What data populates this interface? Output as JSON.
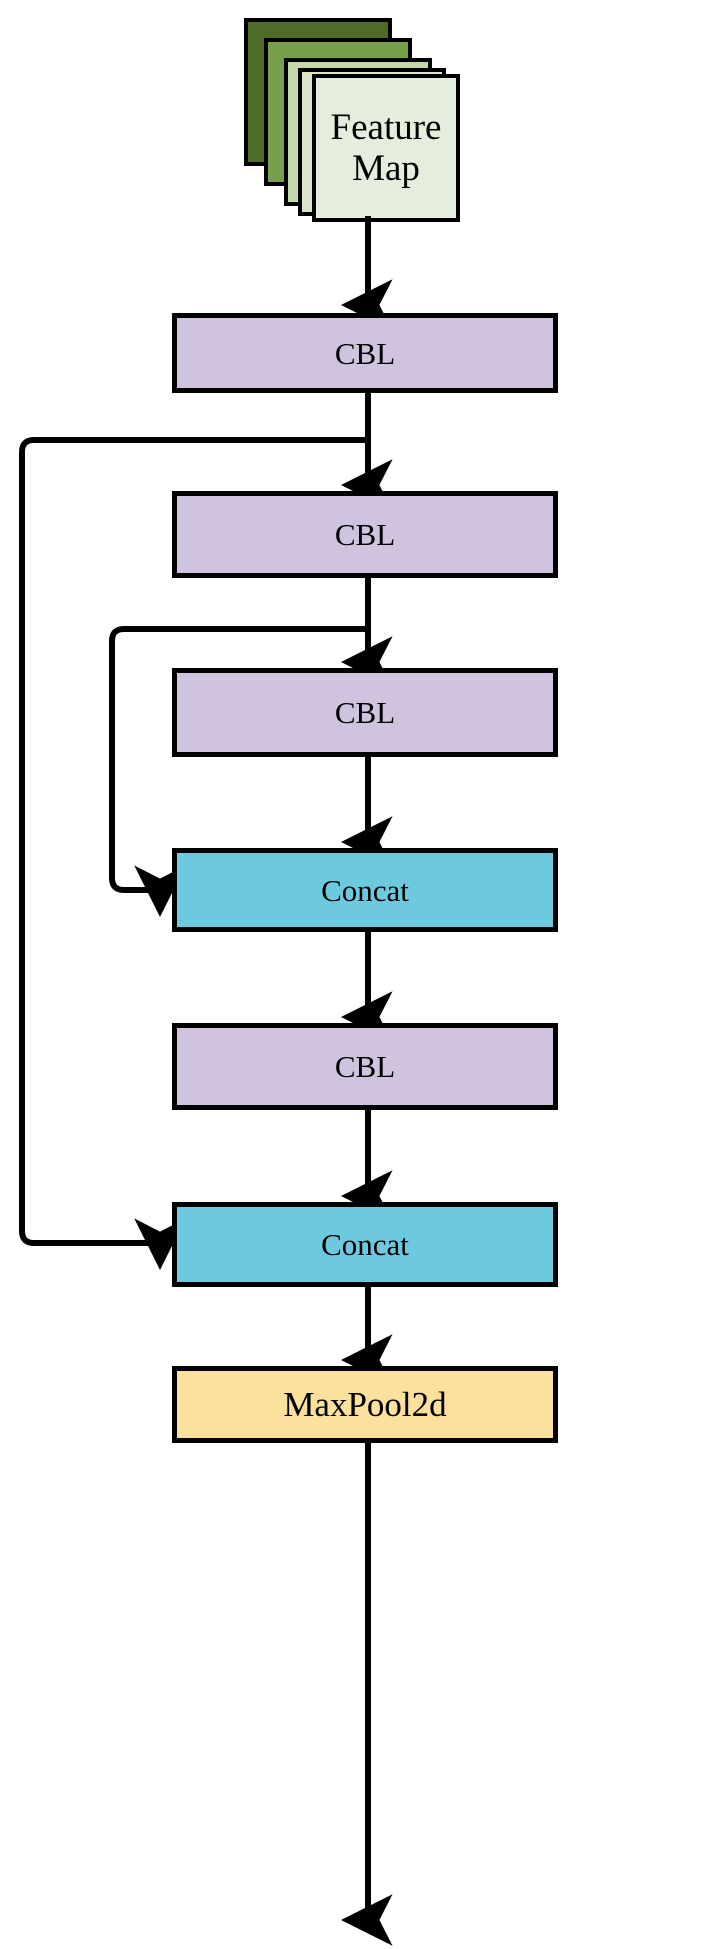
{
  "diagram": {
    "title": "CSP-like block with CBL, Concat and MaxPool2d",
    "background": "#ffffff",
    "stroke": "#000000"
  },
  "palette": {
    "cbl_fill": "#d0c3de",
    "concat_fill": "#6dc9dd",
    "maxpool_fill": "#fce19c",
    "featuremap_front": "#e5eedd",
    "featuremap_layers": [
      "#4e6c28",
      "#77a04a",
      "#c3d9aa",
      "#d8e6c7",
      "#e5eedd"
    ],
    "edge": "#000000"
  },
  "input": {
    "name": "feature-map",
    "label_line1": "Feature",
    "label_line2": "Map",
    "layer_count": 5
  },
  "nodes": [
    {
      "id": "cbl1",
      "label": "CBL",
      "type": "cbl"
    },
    {
      "id": "cbl2",
      "label": "CBL",
      "type": "cbl"
    },
    {
      "id": "cbl3",
      "label": "CBL",
      "type": "cbl"
    },
    {
      "id": "concat1",
      "label": "Concat",
      "type": "concat"
    },
    {
      "id": "cbl4",
      "label": "CBL",
      "type": "cbl"
    },
    {
      "id": "concat2",
      "label": "Concat",
      "type": "concat"
    },
    {
      "id": "maxpool",
      "label": "MaxPool2d",
      "type": "maxpool"
    }
  ],
  "edges": [
    {
      "from": "feature-map",
      "to": "cbl1",
      "kind": "straight-down"
    },
    {
      "from": "cbl1",
      "to": "cbl2",
      "kind": "straight-down"
    },
    {
      "from": "cbl1",
      "to": "concat2",
      "kind": "skip-left-outer"
    },
    {
      "from": "cbl2",
      "to": "cbl3",
      "kind": "straight-down"
    },
    {
      "from": "cbl2",
      "to": "concat1",
      "kind": "skip-left-inner"
    },
    {
      "from": "cbl3",
      "to": "concat1",
      "kind": "straight-down"
    },
    {
      "from": "concat1",
      "to": "cbl4",
      "kind": "straight-down"
    },
    {
      "from": "cbl4",
      "to": "concat2",
      "kind": "straight-down"
    },
    {
      "from": "concat2",
      "to": "maxpool",
      "kind": "straight-down"
    },
    {
      "from": "maxpool",
      "to": "output",
      "kind": "straight-down"
    }
  ]
}
